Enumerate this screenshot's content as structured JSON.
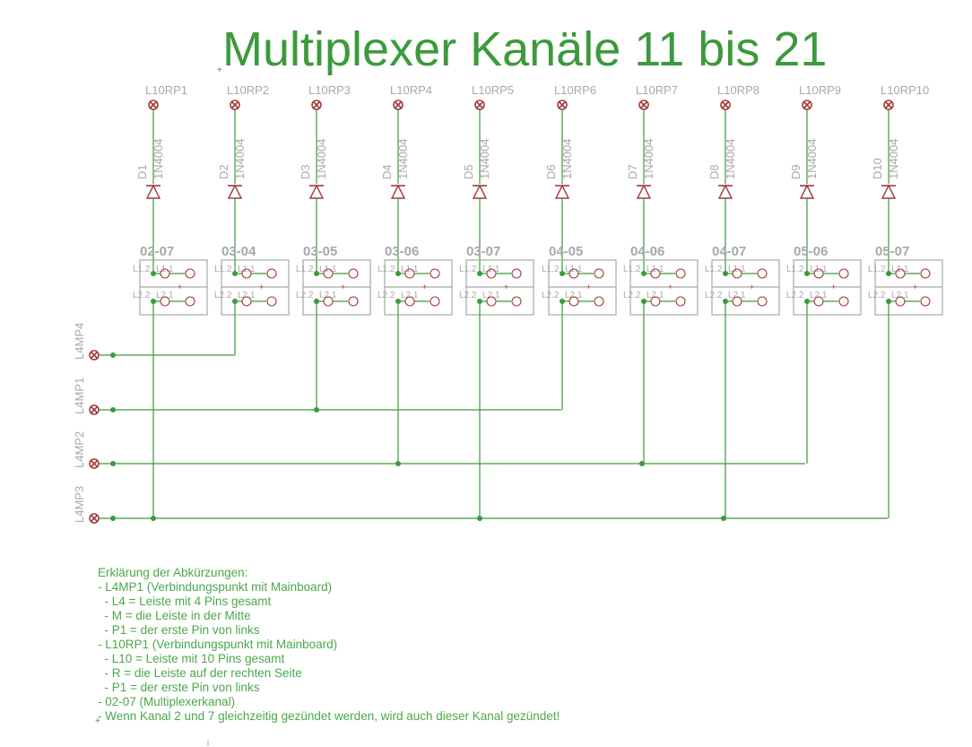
{
  "title": "Multiplexer Kanäle 11 bis 21",
  "top_connectors": [
    "L10RP1",
    "L10RP2",
    "L10RP3",
    "L10RP4",
    "L10RP5",
    "L10RP6",
    "L10RP7",
    "L10RP8",
    "L10RP9",
    "L10RP10"
  ],
  "diode_names": [
    "D1",
    "D2",
    "D3",
    "D4",
    "D5",
    "D6",
    "D7",
    "D8",
    "D9",
    "D10"
  ],
  "diode_type": "1N4004",
  "relay_labels": [
    "02-07",
    "03-04",
    "03-05",
    "03-06",
    "03-07",
    "04-05",
    "04-06",
    "04-07",
    "05-06",
    "05-07"
  ],
  "pin_labels": {
    "l12": "L1.2",
    "l11": "L1.1",
    "l22": "L2.2",
    "l21": "L2.1"
  },
  "left_connectors": [
    "L4MP4",
    "L4MP1",
    "L4MP2",
    "L4MP3"
  ],
  "notes": [
    "Erklärung der Abkürzungen:",
    "- L4MP1 (Verbindungspunkt mit Mainboard)",
    "  - L4 = Leiste mit 4 Pins gesamt",
    "  - M = die Leiste in der Mitte",
    "  - P1 = der erste Pin von links",
    "- L10RP1 (Verbindungspunkt mit Mainboard)",
    "  - L10 = Leiste mit 10 Pins gesamt",
    "  - R = die Leiste auf der rechten Seite",
    "  - P1 = der erste Pin von links",
    "- 02-07 (Multiplexerkanal)",
    "- Wenn Kanal 2 und 7 gleichzeitig gezündet werden, wird auch dieser Kanal gezündet!"
  ],
  "colors": {
    "wire": "#3c9a3c",
    "part": "#a33a3a",
    "box": "#a8a8a8",
    "text": "#4aa84a"
  }
}
